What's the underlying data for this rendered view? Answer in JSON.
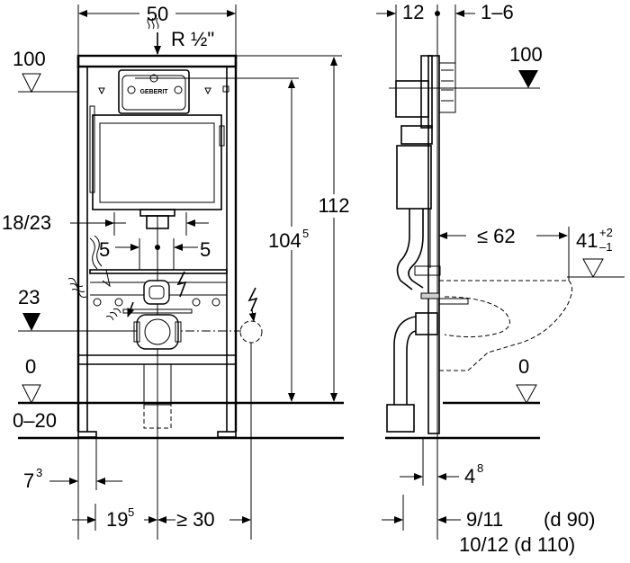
{
  "front_view": {
    "width": "50",
    "connection": "R ½\"",
    "brand": "GEBERIT",
    "level_top": "100",
    "level_pipe": "23",
    "level_floor": "0",
    "floor_range": "0–20",
    "height_total": "112",
    "height_frame": "104",
    "height_frame_sup": "5",
    "distance_outer": "18/23",
    "distance_left": "5",
    "distance_right": "5",
    "foot_offset": "7",
    "foot_offset_sup": "3",
    "axis_distance": "19",
    "axis_distance_sup": "5",
    "min_side": "≥ 30"
  },
  "side_view": {
    "depth": "12",
    "adjust": "1–6",
    "level_top": "100",
    "level_floor": "0",
    "bowl_depth": "≤ 62",
    "bowl_height": "41",
    "bowl_tol_plus": "+2",
    "bowl_tol_minus": "–1",
    "wall_offset": "4",
    "wall_offset_sup": "8",
    "pipe_d90": "9/11",
    "pipe_d90_label": "(d 90)",
    "pipe_d110": "10/12 (d 110)"
  },
  "icons": [
    "water-supply-icon",
    "electrical-supply-icon",
    "level-marker-icon"
  ]
}
